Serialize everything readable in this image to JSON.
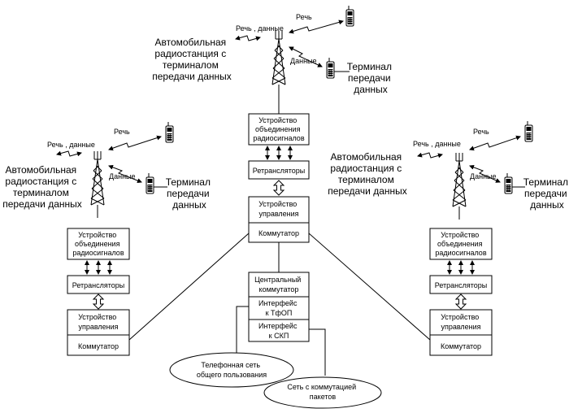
{
  "labels": {
    "speech_data": "Речь , данные",
    "speech": "Речь",
    "data": "Данные",
    "mobile_station": [
      "Автомобильная",
      "радиостанция с",
      "терминалом",
      "передачи данных"
    ],
    "mobile_station_center": [
      "Автомобильная",
      "радиостанция с",
      "терминалом",
      "передачи данных"
    ],
    "terminal": [
      "Терминал",
      "передачи",
      "данных"
    ],
    "combiner": [
      "Устройство",
      "объединения",
      "радиосигналов"
    ],
    "repeaters": "Ретрансляторы",
    "control": [
      "Устройство",
      "управления"
    ],
    "switch": "Коммутатор",
    "central_switch": [
      "Центральный",
      "коммутатор"
    ],
    "pstn_interface": [
      "Интерфейс",
      "к ТфОП"
    ],
    "packet_interface": [
      "Интерфейс",
      "к СКП"
    ],
    "pstn_network": [
      "Телефонная сеть",
      "общего пользования"
    ],
    "packet_network": [
      "Сеть с коммутацией",
      "пакетов"
    ]
  }
}
